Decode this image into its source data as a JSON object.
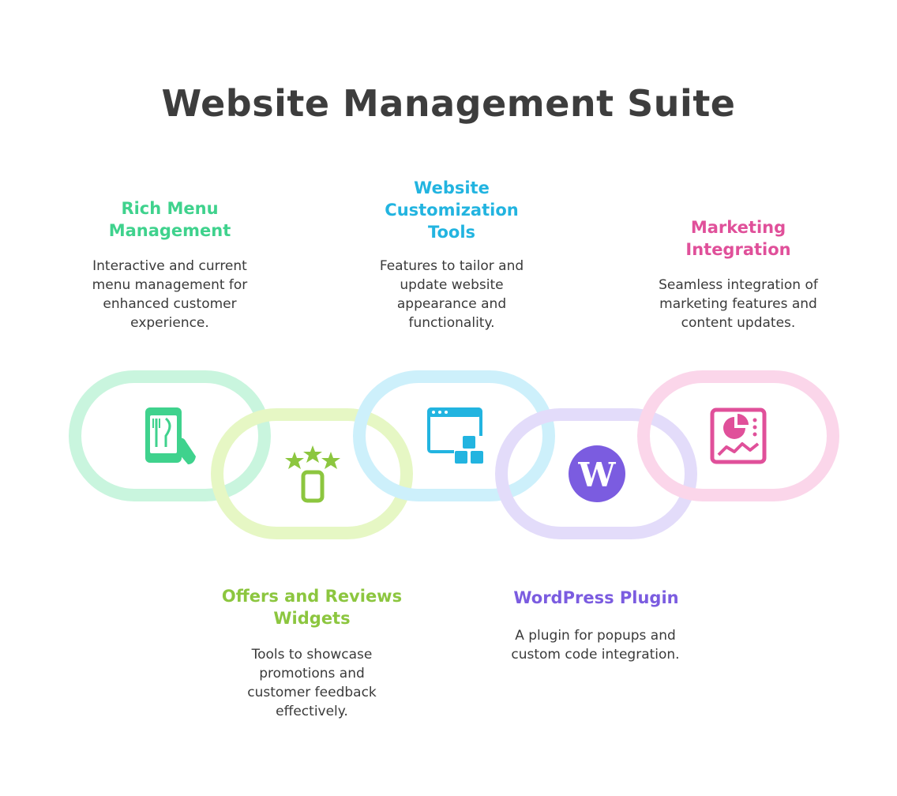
{
  "title": "Website Management Suite",
  "colors": {
    "green": "#3fd28d",
    "lime": "#8cc63f",
    "cyan": "#22b4e0",
    "purple": "#7b5ce0",
    "pink": "#e0509a"
  },
  "items": [
    {
      "label": "Rich Menu Management",
      "description": "Interactive and current menu management for enhanced customer experience.",
      "icon": "tablet-menu-icon"
    },
    {
      "label": "Offers and Reviews Widgets",
      "description": "Tools to showcase promotions and customer feedback effectively.",
      "icon": "stars-review-icon"
    },
    {
      "label": "Website Customization Tools",
      "description": "Features to tailor and update website appearance and functionality.",
      "icon": "browser-blocks-icon"
    },
    {
      "label": "WordPress Plugin",
      "description": "A plugin for popups and custom code integration.",
      "icon": "wordpress-icon"
    },
    {
      "label": "Marketing Integration",
      "description": "Seamless integration of marketing features and content updates.",
      "icon": "analytics-dashboard-icon"
    }
  ]
}
